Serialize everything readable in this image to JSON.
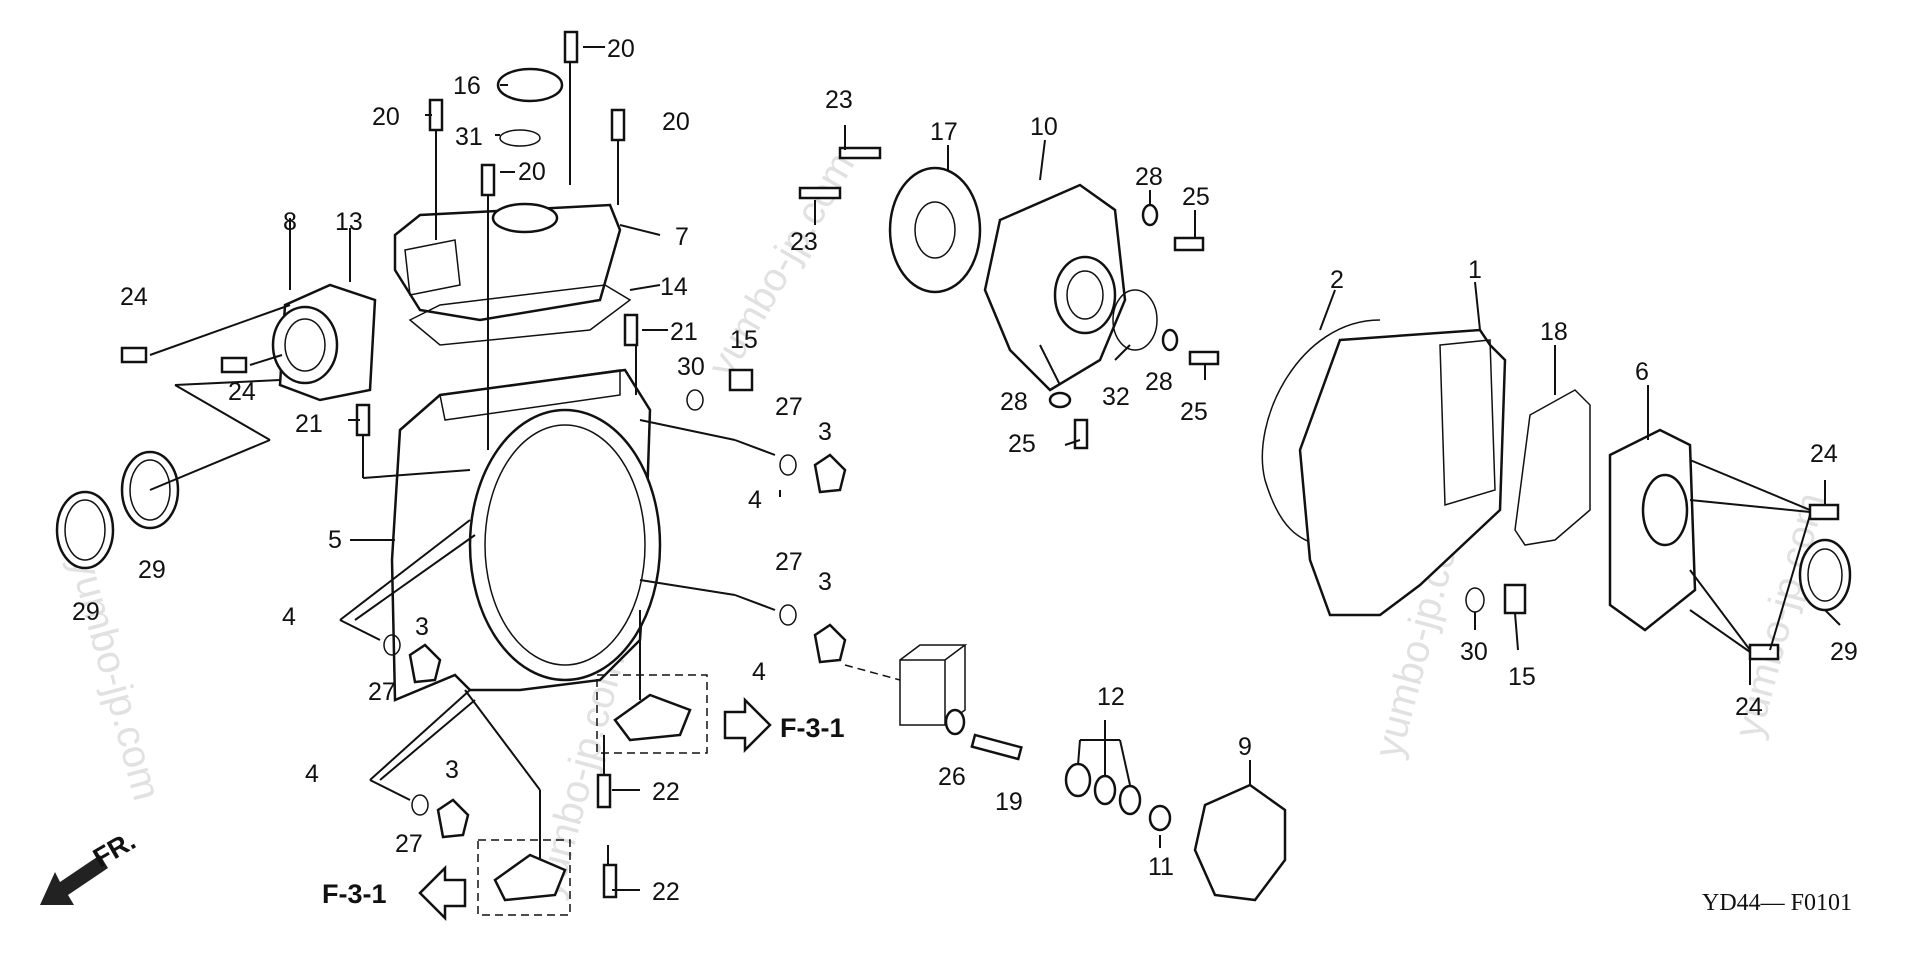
{
  "diagram_code": "YD44— F0101",
  "direction_marker": "FR.",
  "reference_label": "F-3-1",
  "watermark_text": "yumbo-jp.com",
  "callouts": [
    {
      "id": "c20a",
      "text": "20"
    },
    {
      "id": "c16",
      "text": "16"
    },
    {
      "id": "c20b",
      "text": "20"
    },
    {
      "id": "c31",
      "text": "31"
    },
    {
      "id": "c20c",
      "text": "20"
    },
    {
      "id": "c20d",
      "text": "20"
    },
    {
      "id": "c8",
      "text": "8"
    },
    {
      "id": "c13",
      "text": "13"
    },
    {
      "id": "c7",
      "text": "7"
    },
    {
      "id": "c14",
      "text": "14"
    },
    {
      "id": "c24a",
      "text": "24"
    },
    {
      "id": "c24b",
      "text": "24"
    },
    {
      "id": "c21a",
      "text": "21"
    },
    {
      "id": "c15a",
      "text": "15"
    },
    {
      "id": "c30a",
      "text": "30"
    },
    {
      "id": "c21b",
      "text": "21"
    },
    {
      "id": "c27a",
      "text": "27"
    },
    {
      "id": "c3a",
      "text": "3"
    },
    {
      "id": "c4a",
      "text": "4"
    },
    {
      "id": "c5",
      "text": "5"
    },
    {
      "id": "c29a",
      "text": "29"
    },
    {
      "id": "c29b",
      "text": "29"
    },
    {
      "id": "c4b",
      "text": "4"
    },
    {
      "id": "c3b",
      "text": "3"
    },
    {
      "id": "c27b",
      "text": "27"
    },
    {
      "id": "c27c",
      "text": "27"
    },
    {
      "id": "c3c",
      "text": "3"
    },
    {
      "id": "c4c",
      "text": "4"
    },
    {
      "id": "c4d",
      "text": "4"
    },
    {
      "id": "c3d",
      "text": "3"
    },
    {
      "id": "c27d",
      "text": "27"
    },
    {
      "id": "c22a",
      "text": "22"
    },
    {
      "id": "c22b",
      "text": "22"
    },
    {
      "id": "c23a",
      "text": "23"
    },
    {
      "id": "c23b",
      "text": "23"
    },
    {
      "id": "c17",
      "text": "17"
    },
    {
      "id": "c10",
      "text": "10"
    },
    {
      "id": "c28a",
      "text": "28"
    },
    {
      "id": "c25a",
      "text": "25"
    },
    {
      "id": "c28b",
      "text": "28"
    },
    {
      "id": "c32",
      "text": "32"
    },
    {
      "id": "c28c",
      "text": "28"
    },
    {
      "id": "c25b",
      "text": "25"
    },
    {
      "id": "c25c",
      "text": "25"
    },
    {
      "id": "c26",
      "text": "26"
    },
    {
      "id": "c19",
      "text": "19"
    },
    {
      "id": "c12",
      "text": "12"
    },
    {
      "id": "c11",
      "text": "11"
    },
    {
      "id": "c9",
      "text": "9"
    },
    {
      "id": "c2",
      "text": "2"
    },
    {
      "id": "c1",
      "text": "1"
    },
    {
      "id": "c18",
      "text": "18"
    },
    {
      "id": "c6",
      "text": "6"
    },
    {
      "id": "c24c",
      "text": "24"
    },
    {
      "id": "c29c",
      "text": "29"
    },
    {
      "id": "c30b",
      "text": "30"
    },
    {
      "id": "c15b",
      "text": "15"
    },
    {
      "id": "c24d",
      "text": "24"
    }
  ]
}
